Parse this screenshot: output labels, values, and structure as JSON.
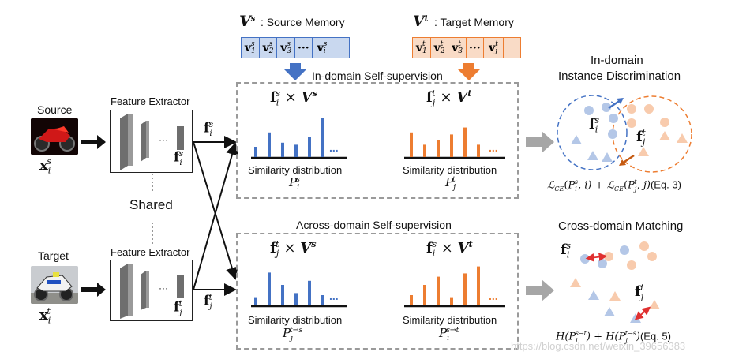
{
  "source_memory": {
    "symbol": "V",
    "sup": "s",
    "label": ": Source Memory",
    "cells": [
      {
        "base": "v",
        "sub": "1",
        "sup": "s"
      },
      {
        "base": "v",
        "sub": "2",
        "sup": "s"
      },
      {
        "base": "v",
        "sub": "3",
        "sup": "s"
      },
      {
        "base": "···",
        "sub": "",
        "sup": ""
      },
      {
        "base": "v",
        "sub": "i",
        "sup": "s"
      },
      {
        "base": "",
        "sub": "",
        "sup": ""
      }
    ],
    "fill_color": "#c9d8ef",
    "border_color": "#4472c4"
  },
  "target_memory": {
    "symbol": "V",
    "sup": "t",
    "label": ": Target Memory",
    "cells": [
      {
        "base": "v",
        "sub": "1",
        "sup": "t"
      },
      {
        "base": "v",
        "sub": "2",
        "sup": "t"
      },
      {
        "base": "v",
        "sub": "3",
        "sup": "t"
      },
      {
        "base": "···",
        "sub": "",
        "sup": ""
      },
      {
        "base": "v",
        "sub": "j",
        "sup": "t"
      },
      {
        "base": "",
        "sub": "",
        "sup": ""
      }
    ],
    "fill_color": "#f9dbc6",
    "border_color": "#ed7d31"
  },
  "left": {
    "source_label": "Source",
    "target_label": "Target",
    "source_x": {
      "base": "x",
      "sub": "i",
      "sup": "s"
    },
    "target_x": {
      "base": "x",
      "sub": "i",
      "sup": "t"
    },
    "feature_extractor_top": "Feature Extractor",
    "feature_extractor_bottom": "Feature Extractor",
    "shared": "Shared",
    "ellipsis": "···",
    "f_top_inside": {
      "base": "f",
      "sub": "i",
      "sup": "s"
    },
    "f_bottom_inside": {
      "base": "f",
      "sub": "j",
      "sup": "t"
    },
    "f_top_out": {
      "base": "f",
      "sub": "i",
      "sup": "s"
    },
    "f_bottom_out": {
      "base": "f",
      "sub": "j",
      "sup": "t"
    }
  },
  "in_domain": {
    "title": "In-domain Self-supervision",
    "left_expr": {
      "f_base": "f",
      "f_sub": "i",
      "f_sup": "s",
      "times": "×",
      "V": "V",
      "V_sup": "s"
    },
    "right_expr": {
      "f_base": "f",
      "f_sub": "j",
      "f_sup": "t",
      "times": "×",
      "V": "V",
      "V_sup": "t"
    },
    "left_caption": "Similarity distribution",
    "right_caption": "Similarity distribution",
    "left_P": {
      "base": "P",
      "sub": "i",
      "sup": "s"
    },
    "right_P": {
      "base": "P",
      "sub": "j",
      "sup": "t"
    },
    "left_bars": [
      0.25,
      0.6,
      0.35,
      0.3,
      0.5,
      0.95
    ],
    "right_bars": [
      0.6,
      0.3,
      0.42,
      0.55,
      0.72,
      0.3
    ],
    "ellipsis": "..."
  },
  "across_domain": {
    "title": "Across-domain Self-supervision",
    "left_expr": {
      "f_base": "f",
      "f_sub": "j",
      "f_sup": "t",
      "times": "×",
      "V": "V",
      "V_sup": "s"
    },
    "right_expr": {
      "f_base": "f",
      "f_sub": "i",
      "f_sup": "s",
      "times": "×",
      "V": "V",
      "V_sup": "t"
    },
    "left_caption": "Similarity distribution",
    "right_caption": "Similarity distribution",
    "left_P": {
      "base": "P",
      "sub": "j",
      "sup": "t→s"
    },
    "right_P": {
      "base": "P",
      "sub": "i",
      "sup": "s→t"
    },
    "left_bars": [
      0.2,
      0.8,
      0.5,
      0.3,
      0.6,
      0.25
    ],
    "right_bars": [
      0.25,
      0.5,
      0.7,
      0.2,
      0.78,
      0.95
    ],
    "ellipsis": "..."
  },
  "right": {
    "top_title_1": "In-domain",
    "top_title_2": "Instance Discrimination",
    "top_f_s": {
      "base": "f",
      "sub": "i",
      "sup": "s"
    },
    "top_f_t": {
      "base": "f",
      "sub": "j",
      "sup": "t"
    },
    "eq3": "ℒ_CE(P_i^s, i) + ℒ_CE(P_j^t, j)(Eq. 3)",
    "eq3_parts": {
      "l1": "ℒ",
      "ce1": "CE",
      "a1": "(",
      "P1": "P",
      "P1_sub": "i",
      "P1_sup": "s",
      "r1": ", i) + ",
      "l2": "ℒ",
      "ce2": "CE",
      "a2": "(",
      "P2": "P",
      "P2_sub": "j",
      "P2_sup": "t",
      "r2": ", j)",
      "eqn": "(Eq. 3)"
    },
    "bottom_title": "Cross-domain Matching",
    "bottom_f_s": {
      "base": "f",
      "sub": "i",
      "sup": "s"
    },
    "bottom_f_t": {
      "base": "f",
      "sub": "j",
      "sup": "t"
    },
    "eq5_parts": {
      "h1": "H(",
      "P1": "P",
      "P1_sub": "i",
      "P1_sup": "s→t",
      "mid": ") + H(",
      "P2": "P",
      "P2_sub": "j",
      "P2_sup": "t→s",
      "end": ")",
      "eqn": "(Eq. 5)"
    }
  },
  "colors": {
    "blue": "#4472c4",
    "orange": "#ed7d31",
    "blue_light": "#b4c7e7",
    "orange_light": "#f8cbad",
    "gray_arrow": "#a6a6a6",
    "dashed_border": "#9a9a9a"
  },
  "watermark": "https://blog.csdn.net/weixin_39656383"
}
